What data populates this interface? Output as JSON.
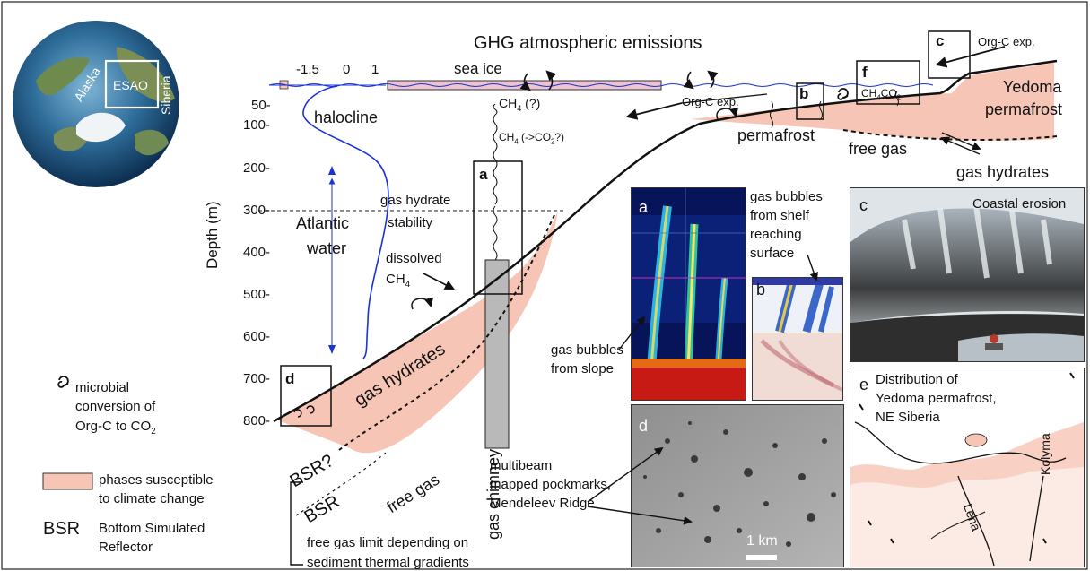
{
  "title": "GHG atmospheric emissions",
  "axis": {
    "ylabel": "Depth (m)",
    "yticks": [
      "50-",
      "100-",
      "200-",
      "300-",
      "400-",
      "500-",
      "600-",
      "700-",
      "800-"
    ],
    "temp_ticks": [
      "-1.5",
      "0",
      "1"
    ]
  },
  "labels": {
    "sea_ice": "sea ice",
    "halocline": "halocline",
    "atlantic_water_1": "Atlantic",
    "atlantic_water_2": "water",
    "gas_hydrate_stability_1": "gas hydrate",
    "gas_hydrate_stability_2": "stability",
    "dissolved_1": "dissolved",
    "dissolved_2": "CH",
    "dissolved_sub": "4",
    "gas_hydrates_slope": "gas hydrates",
    "gas_chimney": "gas chimney",
    "free_gas_slope": "free gas",
    "bsr_q": "BSR?",
    "bsr": "BSR",
    "free_gas_limit_1": "free gas limit depending on",
    "free_gas_limit_2": "sediment thermal gradients",
    "ch4_q": "CH",
    "ch4_q_sub": "4",
    "ch4_q_suffix": " (?)",
    "ch4_co2": "CH",
    "ch4_co2_sub": "4",
    "ch4_co2_mid": " (->CO",
    "ch4_co2_sub2": "2",
    "ch4_co2_suffix": "?)",
    "org_c_exp_mid": "Org-C exp.",
    "org_c_exp_top": "Org-C exp.",
    "permafrost": "permafrost",
    "free_gas_shelf": "free gas",
    "gas_hydrates_shelf": "gas hydrates",
    "yedoma_1": "Yedoma",
    "yedoma_2": "permafrost",
    "f_ch4": "CH",
    "f_ch4_sub": "4",
    "f_co2": "CO",
    "f_co2_sub": "2"
  },
  "box_letters": {
    "a": "a",
    "b": "b",
    "c": "c",
    "d": "d",
    "f": "f"
  },
  "globe": {
    "alaska": "Alaska",
    "esao": "ESAO",
    "siberia": "Siberia"
  },
  "legend": {
    "microbial_1": "microbial",
    "microbial_2": "conversion of",
    "microbial_3": "Org-C to CO",
    "microbial_sub": "2",
    "phases_1": "phases susceptible",
    "phases_2": "to climate change",
    "bsr_abbr": "BSR",
    "bsr_full_1": "Bottom Simulated",
    "bsr_full_2": "Reflector"
  },
  "panels": {
    "a_letter": "a",
    "b_letter": "b",
    "c_letter": "c",
    "d_letter": "d",
    "e_letter": "e",
    "gas_bubbles_shelf_1": "gas bubbles",
    "gas_bubbles_shelf_2": "from shelf",
    "gas_bubbles_shelf_3": "reaching",
    "gas_bubbles_shelf_4": "surface",
    "gas_bubbles_slope_1": "gas bubbles",
    "gas_bubbles_slope_2": "from slope",
    "coastal_erosion": "Coastal erosion",
    "multibeam_1": "multibeam",
    "multibeam_2": "mapped pockmarks,",
    "multibeam_3": "Mendeleev Ridge",
    "scale": "1 km",
    "dist_1": "Distribution of",
    "dist_2": "Yedoma permafrost,",
    "dist_3": "NE Siberia",
    "kolyma": "Kolyma",
    "lena": "Lena"
  },
  "colors": {
    "salmon": "#f6c5b5",
    "profile_blue": "#1a32d6",
    "chimney_gray": "#b9b9b9"
  }
}
